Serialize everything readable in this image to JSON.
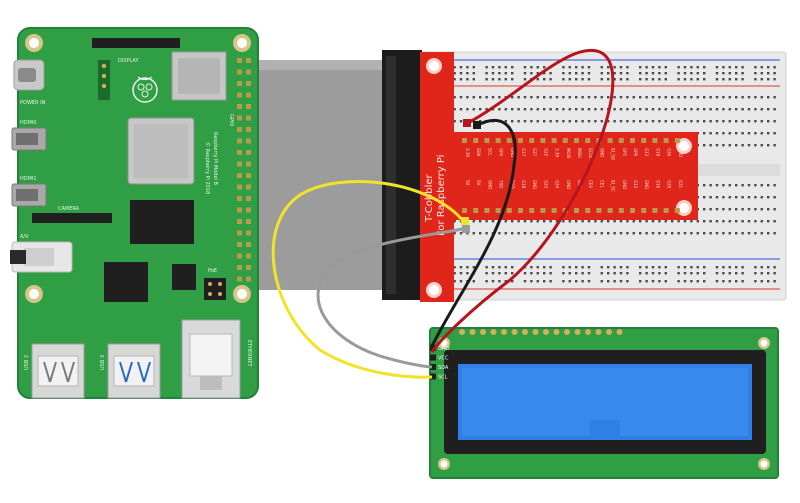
{
  "raspberry_pi": {
    "power_label": "POWER IN",
    "hdmi0_label": "HDMI0",
    "hdmi1_label": "HDMI1",
    "camera_label": "CAMERA",
    "av_label": "A/V",
    "display_label": "DISPLAY",
    "board_text_1": "Raspberry Pi Model B",
    "board_text_2": "© Raspberry Pi 2018",
    "gpio_label": "GPIO",
    "poe_label": "PoE",
    "usb2_label": "USB 2",
    "usb3_label": "USB 3",
    "ethernet_label": "ETHERNET"
  },
  "cobbler": {
    "title_1": "T-Cobbler",
    "title_2": "For Raspberry Pi",
    "pins_top": [
      "3.3V",
      "SDA",
      "SCL",
      "GP4",
      "GND",
      "G17",
      "G27",
      "G22",
      "3.3V",
      "MOSI",
      "MISO",
      "SCLK",
      "GND",
      "ID_SD",
      "GP5",
      "GP6",
      "G13",
      "G19",
      "G26",
      "GND"
    ],
    "pins_bottom": [
      "5V",
      "5V",
      "GND",
      "TXD",
      "RXD",
      "G18",
      "GND",
      "G23",
      "G24",
      "GND",
      "G25",
      "CE0",
      "CE1",
      "ID_SC",
      "GND",
      "G12",
      "GND",
      "G16",
      "G20",
      "G21"
    ]
  },
  "lcd": {
    "pins": [
      "GND",
      "VCC",
      "SDA",
      "SCL"
    ]
  },
  "colors": {
    "pcb_green": "#2f9e44",
    "cobbler_red": "#e0251b",
    "lcd_screen_blue": "#2f7fe6",
    "wire_yellow": "#f2e32a",
    "wire_gray": "#9a9a9a",
    "wire_black": "#1a1a1a",
    "wire_red": "#b5161d"
  },
  "wires": [
    "yellow-wire",
    "gray-wire",
    "black-wire",
    "red-wire"
  ]
}
